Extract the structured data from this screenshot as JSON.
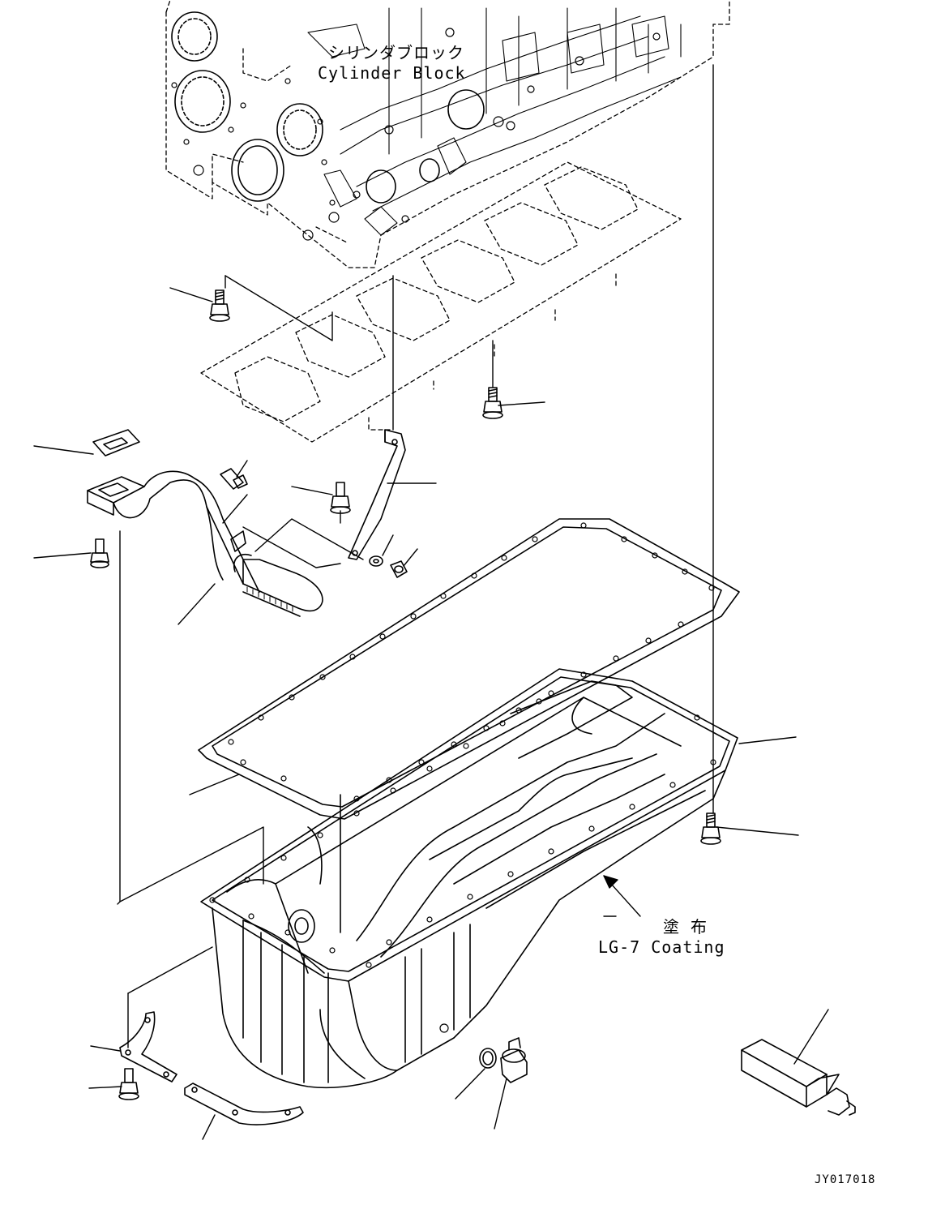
{
  "labels": {
    "cylinder_block_jp": "シリンダブロック",
    "cylinder_block_en": "Cylinder Block",
    "coating_jp": "塗 布",
    "coating_en": "LG-7 Coating",
    "drawing_id": "JY017018"
  },
  "colors": {
    "line": "#000000",
    "background": "#ffffff"
  }
}
